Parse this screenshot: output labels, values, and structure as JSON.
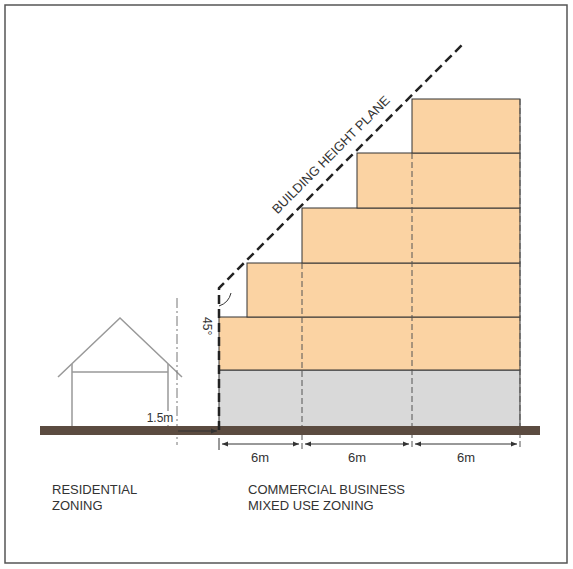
{
  "diagram": {
    "labels": [
      "BUILDING HEIGHT PLANE",
      "45°",
      "1.5m",
      "6m",
      "6m",
      "6m",
      "RESIDENTIAL ZONING",
      "COMMERCIAL BUSINESS MIXED USE ZONING"
    ]
  }
}
